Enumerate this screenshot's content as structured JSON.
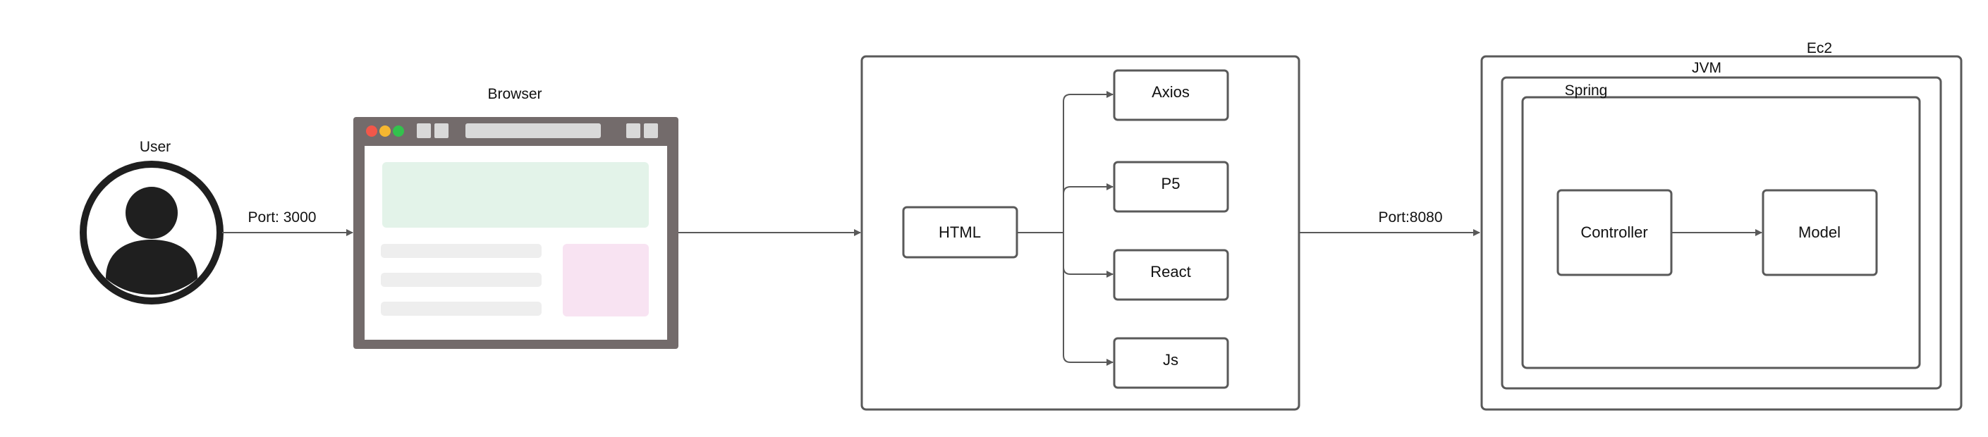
{
  "labels": {
    "user": "User",
    "browser": "Browser",
    "port_frontend": "Port: 3000",
    "port_backend": "Port:8080",
    "ec2": "Ec2",
    "jvm": "JVM",
    "spring": "Spring"
  },
  "frontend": {
    "root": "HTML",
    "libraries": [
      "Axios",
      "P5",
      "React",
      "Js"
    ]
  },
  "backend": {
    "controller": "Controller",
    "model": "Model"
  },
  "colors": {
    "stroke": "#595959",
    "browser_frame": "#736b6b",
    "browser_content": "#ffffff",
    "placeholder_banner": "#e3f3e9",
    "placeholder_card": "#f8e3f2",
    "placeholder_line": "#eeeeee",
    "toolbar_button": "#d9d9d9",
    "dot_red": "#f2574a",
    "dot_yellow": "#f5b731",
    "dot_green": "#33c24d",
    "user_icon": "#1f1f1f"
  },
  "icons": {
    "user": "user-circle-icon",
    "browser": "browser-window-icon"
  }
}
